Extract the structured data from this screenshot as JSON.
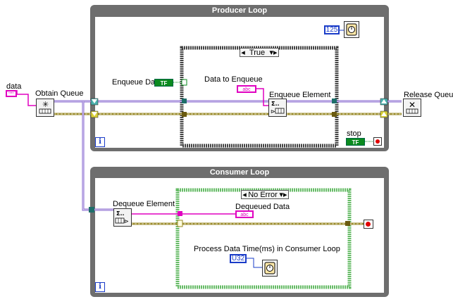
{
  "labels": {
    "data_control": "data",
    "obtain_queue": "Obtain Queue",
    "release_queue": "Release Queue",
    "enqueue_data": "Enqueue Data",
    "data_to_enqueue": "Data to Enqueue",
    "enqueue_element": "Enqueue Element",
    "stop": "stop",
    "dequeue_element": "Dequeue Element",
    "dequeued_data": "Dequeued Data",
    "process_time": "Process Data Time(ms) in Consumer Loop"
  },
  "producer_loop": {
    "title": "Producer Loop",
    "iteration_terminal": "i"
  },
  "consumer_loop": {
    "title": "Consumer Loop",
    "iteration_terminal": "i"
  },
  "case_true": {
    "selector": "True"
  },
  "case_noerror": {
    "selector": "No Error"
  },
  "constants": {
    "wait_producer": "125",
    "wait_consumer": "U32",
    "string_const": "abc",
    "tf_label": "TF",
    "string_indicator": "abc"
  },
  "colors": {
    "queue_wire": "#8a6bd1",
    "error_wire": "#9a8a2a",
    "string_wire": "#e000c0",
    "boolean_wire": "#0a8a1e",
    "loop_frame": "#6e6e6e",
    "case_frame_producer": "#444444",
    "case_frame_consumer": "#66bb66"
  }
}
